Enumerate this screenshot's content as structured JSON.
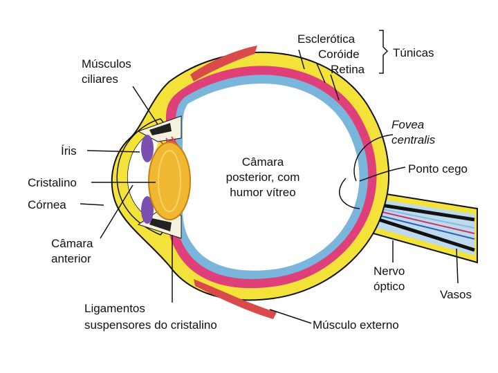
{
  "labels": {
    "musculos_ciliares_1": "Músculos",
    "musculos_ciliares_2": "ciliares",
    "iris": "Íris",
    "cristalino": "Cristalino",
    "cornea": "Córnea",
    "camara_anterior_1": "Câmara",
    "camara_anterior_2": "anterior",
    "ligamentos_1": "Ligamentos",
    "ligamentos_2": "suspensores do cristalino",
    "esclerotica": "Esclerótica",
    "coroide": "Coróide",
    "retina": "Retina",
    "tunicas": "Túnicas",
    "camara_posterior_1": "Câmara",
    "camara_posterior_2": "posterior, com",
    "camara_posterior_3": "humor vítreo",
    "fovea_1": "Fovea",
    "fovea_2": "centralis",
    "ponto_cego": "Ponto cego",
    "nervo_1": "Nervo",
    "nervo_2": "óptico",
    "vasos": "Vasos",
    "musculo_externo": "Músculo externo"
  },
  "colors": {
    "sclera": "#f2e23a",
    "choroid": "#e0407a",
    "retina": "#7ab6dc",
    "lens": "#f0b830",
    "iris": "#7b4fb0",
    "muscle": "#d94a4a",
    "outline": "#111111"
  },
  "icons": [
    "eye-cross-section"
  ]
}
